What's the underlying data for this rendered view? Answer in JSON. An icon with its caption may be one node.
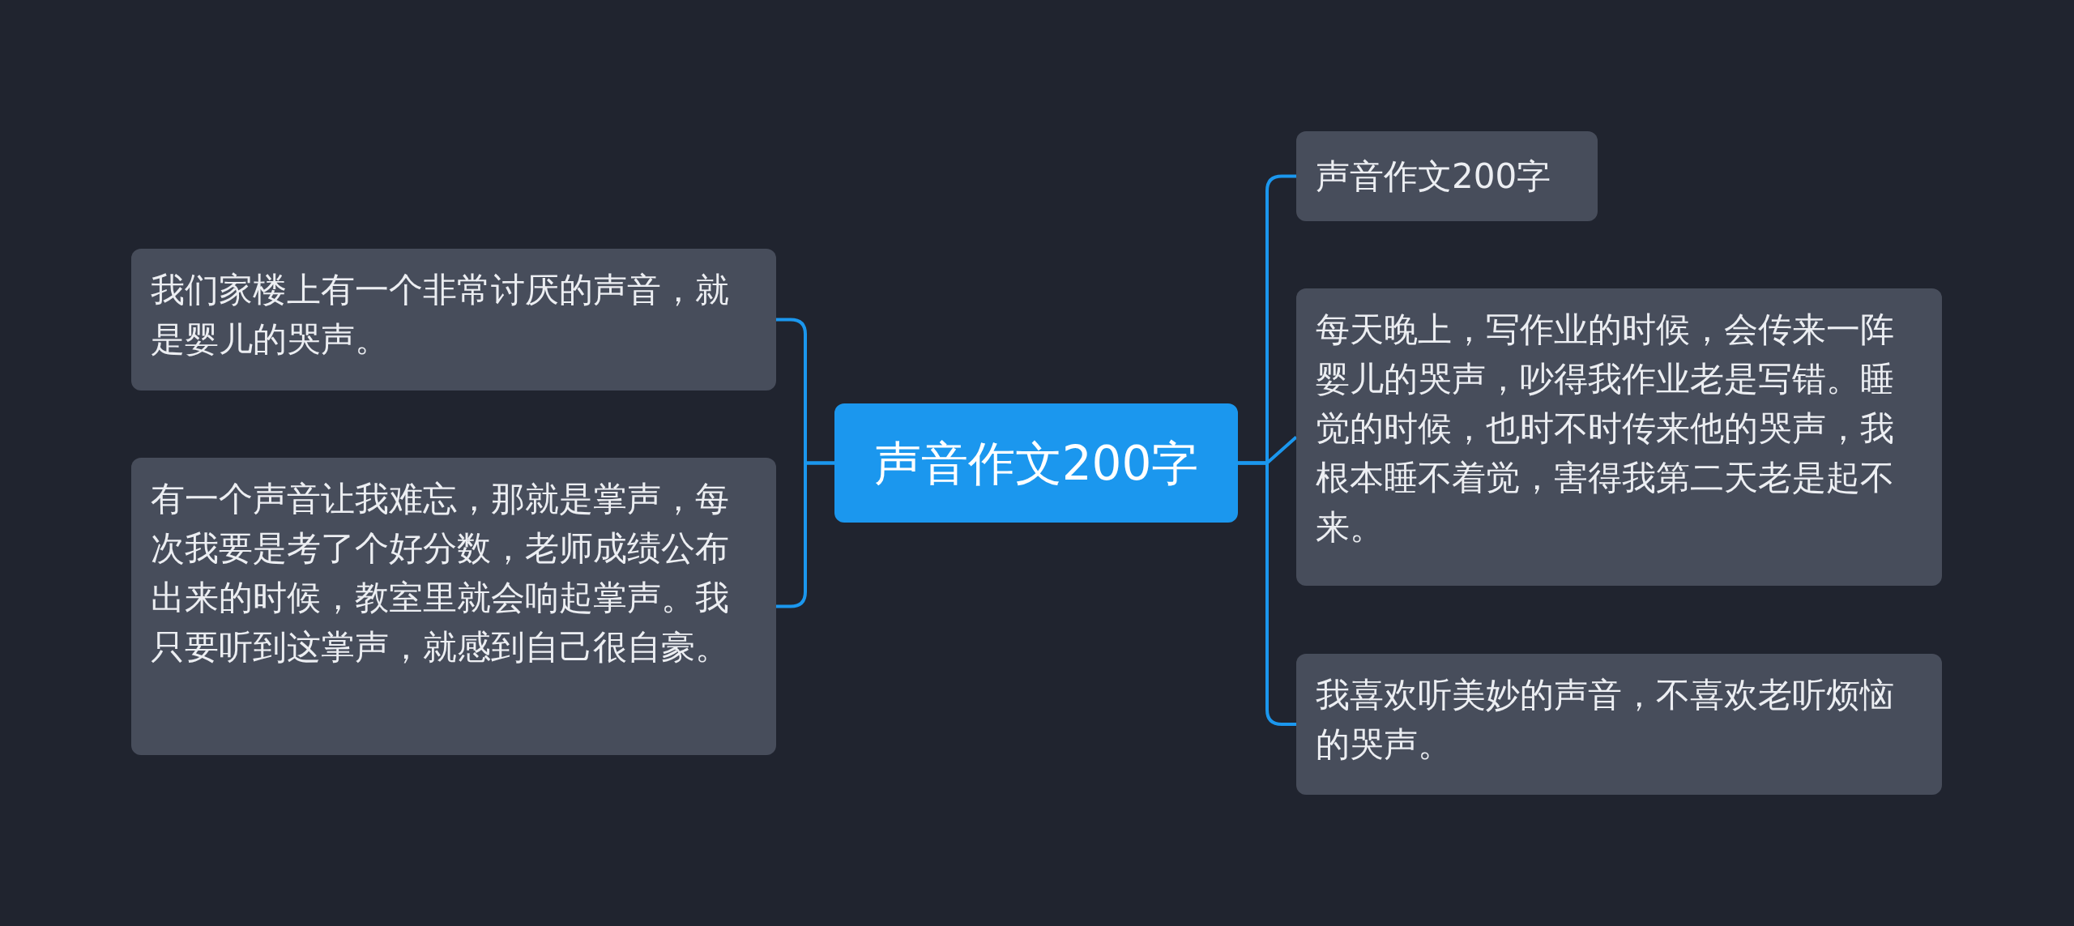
{
  "diagram": {
    "nodes": [
      {
        "text": [
          "声音作文200字"
        ]
      },
      {
        "text": [
          "我们家楼上有一个非常讨厌的声音，就是婴儿的哭声。"
        ]
      },
      {
        "text": [
          "有一个声音让我难忘，那就是掌声，每次我要是考了个好分数，老师成绩公布出来的时候，教室里就会响起掌声。我只要听到这掌声，就感到自己很自豪。"
        ]
      },
      {
        "text": [
          "声音作文200字"
        ]
      },
      {
        "text": [
          "每天晚上，写作业的时候，会传来一阵婴儿的哭声，吵得我作业老是写错。睡觉的时候，也时不时传来他的哭声，我根本睡不着觉，害得我第二天老是起不来。"
        ]
      },
      {
        "text": [
          "我喜欢听美妙的声音，不喜欢老听烦恼的哭声。"
        ]
      }
    ],
    "edges": [
      {
        "from": 0,
        "to": 1,
        "arrow": "none"
      },
      {
        "from": 0,
        "to": 2,
        "arrow": "none"
      },
      {
        "from": 0,
        "to": 3,
        "arrow": "none"
      },
      {
        "from": 0,
        "to": 4,
        "arrow": "none"
      },
      {
        "from": 0,
        "to": 5,
        "arrow": "none"
      }
    ]
  }
}
